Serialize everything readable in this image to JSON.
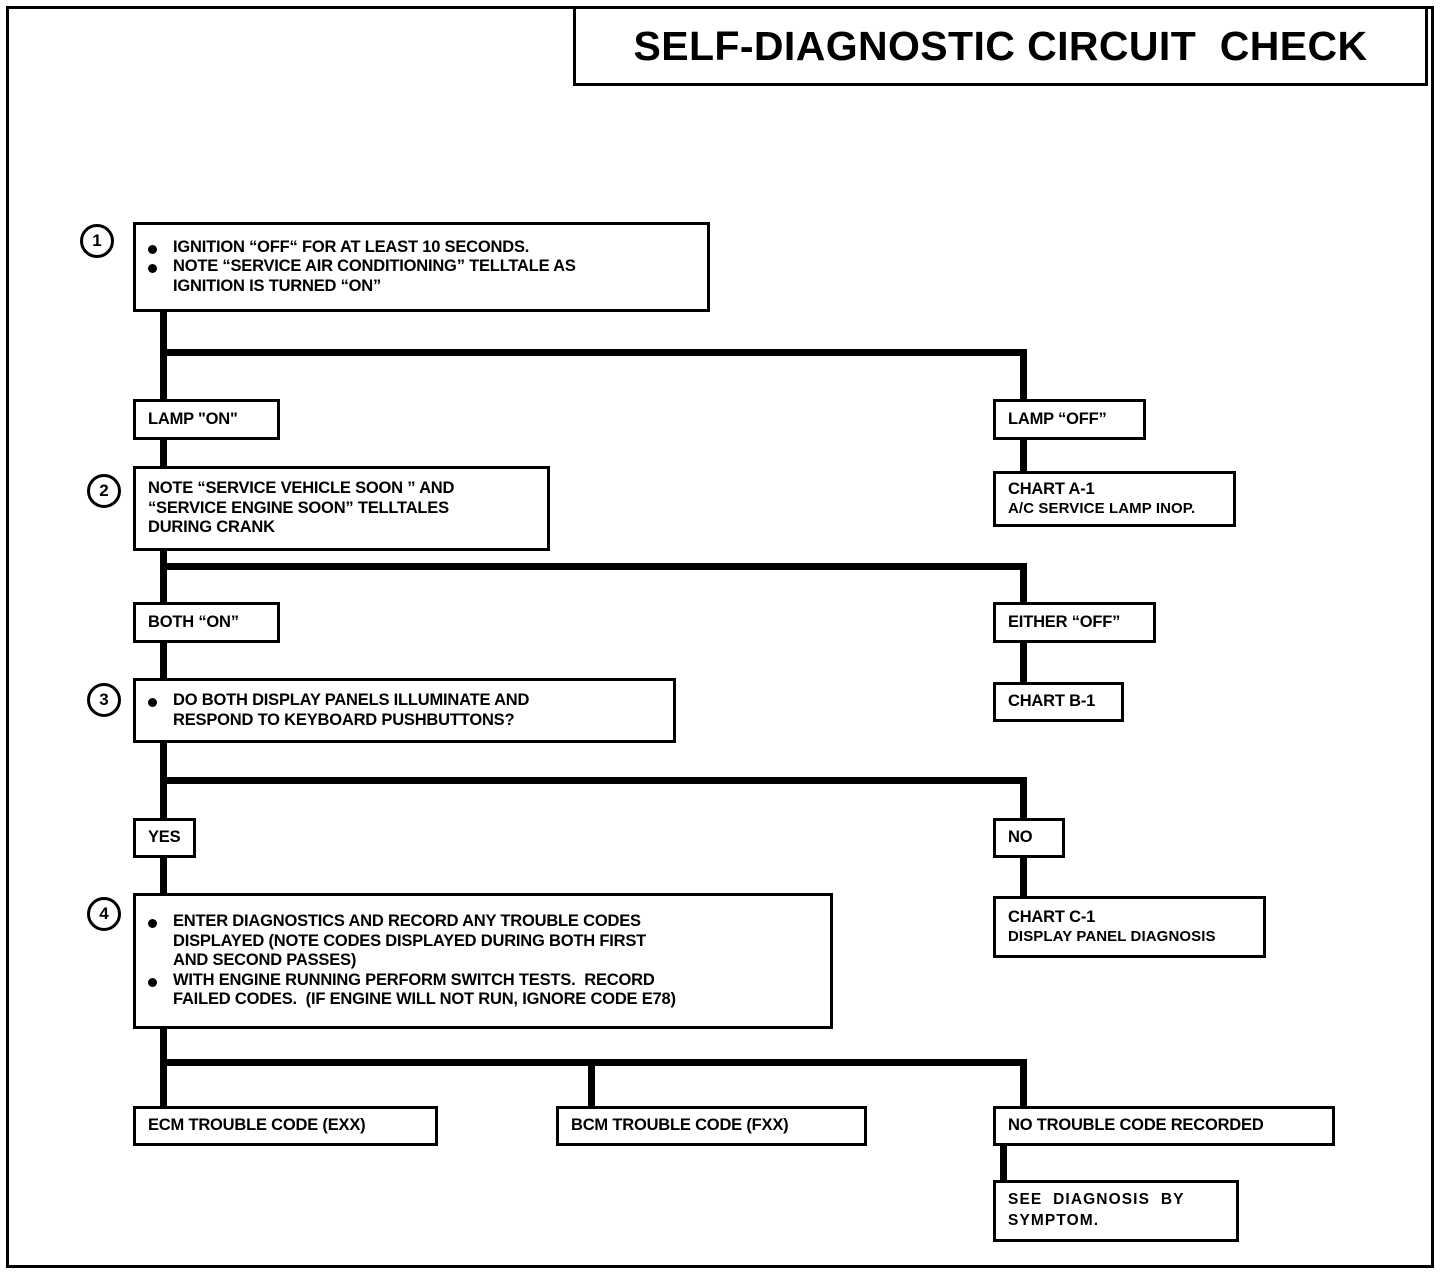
{
  "title": "SELF-DIAGNOSTIC CIRCUIT  CHECK",
  "steps": {
    "s1": "1",
    "s2": "2",
    "s3": "3",
    "s4": "4"
  },
  "boxes": {
    "step1": {
      "bullet1": "IGNITION “OFF“ FOR AT LEAST 10 SECONDS.",
      "bullet2_line1": "NOTE “SERVICE AIR CONDITIONING” TELLTALE AS",
      "bullet2_line2": "IGNITION IS TURNED “ON”"
    },
    "lamp_on": "LAMP \"ON\"",
    "lamp_off": "LAMP “OFF”",
    "chart_a1": {
      "title": "CHART A-1",
      "subtitle": "A/C SERVICE LAMP INOP."
    },
    "step2": {
      "line1": "NOTE “SERVICE VEHICLE SOON ” AND",
      "line2": "“SERVICE ENGINE SOON” TELLTALES",
      "line3": "DURING CRANK"
    },
    "both_on": "BOTH “ON”",
    "either_off": "EITHER “OFF”",
    "chart_b1": {
      "title": "CHART B-1"
    },
    "step3": {
      "bullet1_line1": "DO BOTH DISPLAY PANELS ILLUMINATE AND",
      "bullet1_line2": "RESPOND TO KEYBOARD PUSHBUTTONS?"
    },
    "yes": "YES",
    "no": "NO",
    "chart_c1": {
      "title": "CHART C-1",
      "subtitle": "DISPLAY PANEL DIAGNOSIS"
    },
    "step4": {
      "bullet1_line1": "ENTER DIAGNOSTICS AND RECORD ANY TROUBLE CODES",
      "bullet1_line2": "DISPLAYED (NOTE CODES DISPLAYED DURING BOTH FIRST",
      "bullet1_line3": "AND SECOND PASSES)",
      "bullet2_line1": "WITH ENGINE RUNNING PERFORM SWITCH TESTS.  RECORD",
      "bullet2_line2": "FAILED CODES.  (IF ENGINE WILL NOT RUN, IGNORE CODE E78)"
    },
    "ecm_code": "ECM TROUBLE CODE (EXX)",
    "bcm_code": "BCM TROUBLE CODE (FXX)",
    "no_code": "NO TROUBLE CODE RECORDED",
    "see_diagnosis": {
      "line1": "SEE  DIAGNOSIS  BY",
      "line2": "SYMPTOM."
    }
  },
  "colors": {
    "ink": "#000000",
    "paper": "#ffffff"
  }
}
